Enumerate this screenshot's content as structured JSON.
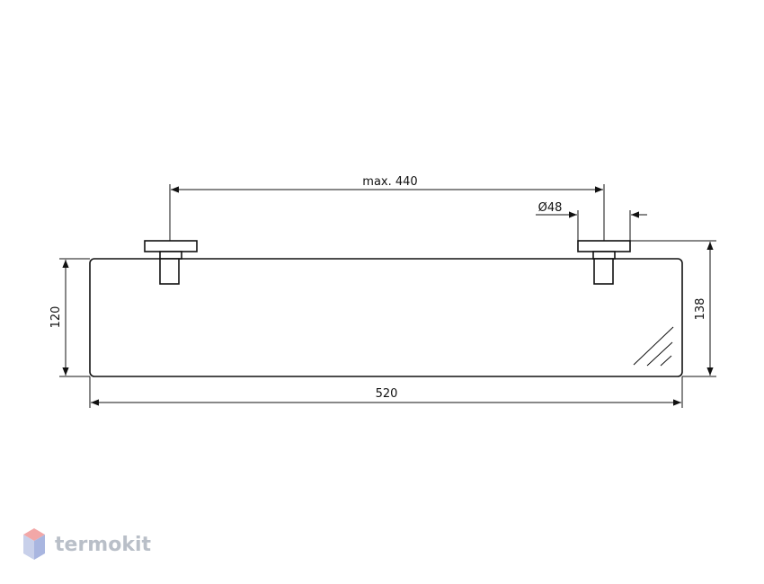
{
  "dimensions": {
    "spacing_label": "max. 440",
    "diameter_label": "Ø48",
    "glass_height_label": "120",
    "total_height_label": "138",
    "width_label": "520"
  },
  "watermark": {
    "text": "termokit",
    "icon": "hexagon-logo-icon",
    "color": "#b9bfc8"
  },
  "colors": {
    "line": "#111111",
    "logo_top": "#f2a7a7",
    "logo_side": "#c8d0ea",
    "logo_bottom": "#a9b6e0"
  }
}
